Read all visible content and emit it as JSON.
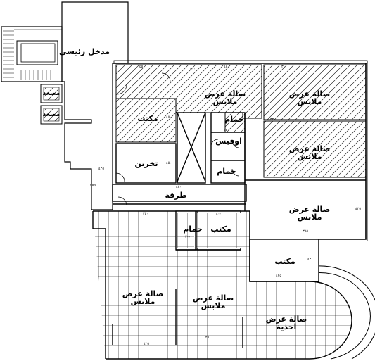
{
  "rooms": {
    "main_entrance": "مدخل رئيسى",
    "elevator_1": "مصعد",
    "elevator_2": "مصعد",
    "showroom_top_center": "صالة عرض\nملابس",
    "showroom_top_right_1": "صالة عرض\nملابس",
    "showroom_top_right_2": "صالة عرض\nملابس",
    "office_top": "مكتب",
    "storage": "تخزين",
    "bathroom_top": "حمام",
    "office_small": "اوفيس",
    "bathroom_mid": "حمام",
    "corridor": "طرقة",
    "showroom_right": "صالة عرض\nملابس",
    "bathroom_lower": "حمام",
    "office_lower": "مكتب",
    "office_right_lower": "مكتب",
    "showroom_lower_left": "صالة عرض\nملابس",
    "showroom_lower_center": "صالة عرض\nملابس",
    "showroom_shoes": "صالة عرض\nاحذية"
  },
  "dimensions": [
    "٥٥٠",
    "٤٨٠",
    "٣٠٠",
    "٤٠٠",
    "٢٤٠",
    "٤٨٠",
    "٤٢٥",
    "٣٧٥",
    "٣٥٠",
    "٤٠٠",
    "٣٧٥",
    "٤٢٥",
    "٤٢٠",
    "٤٧٥",
    "٢٥٠",
    "٤٢٥",
    "٤٥٠",
    "٤٥٠",
    "٢٠٠",
    "٣٢٠"
  ]
}
